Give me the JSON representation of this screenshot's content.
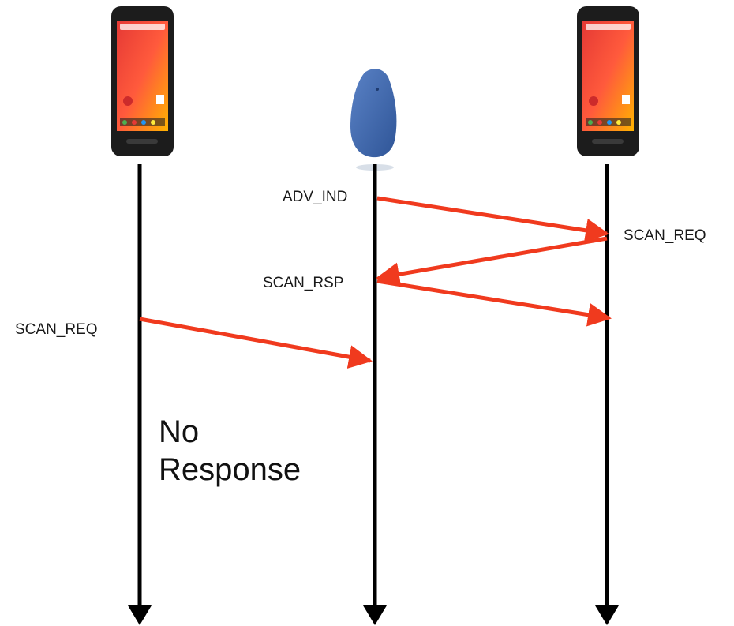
{
  "actors": [
    {
      "name": "phone-left",
      "kind": "phone"
    },
    {
      "name": "beacon-center",
      "kind": "beacon"
    },
    {
      "name": "phone-right",
      "kind": "phone"
    }
  ],
  "messages": {
    "adv_ind": "ADV_IND",
    "scan_req_right": "SCAN_REQ",
    "scan_rsp": "SCAN_RSP",
    "scan_req_left": "SCAN_REQ"
  },
  "note": {
    "line1": "No",
    "line2": "Response"
  },
  "colors": {
    "lifeline": "#000000",
    "arrow": "#f03a1e",
    "beacon": "#3f66ac",
    "phone_screen_top": "#e53935",
    "phone_screen_bottom": "#ffb300"
  }
}
